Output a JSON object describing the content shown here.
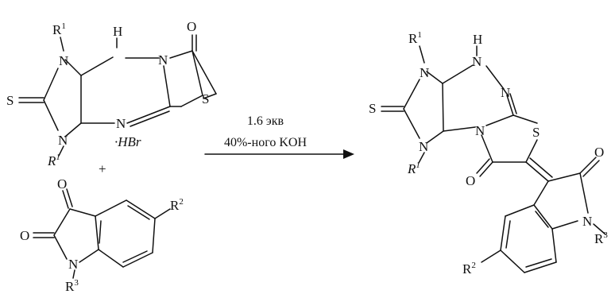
{
  "scheme": {
    "reactant_a": {
      "atoms": {
        "r1_top": "R",
        "r1_top_sup": "1",
        "n1": "N",
        "nh": "H",
        "n_mid": "N",
        "o_top": "O",
        "s_thione": "S",
        "n2": "N",
        "n_imine": "N",
        "s_ring": "S",
        "r1_bot": "R",
        "r1_bot_sup": "1"
      },
      "salt": "·HBr"
    },
    "plus": "+",
    "reactant_b": {
      "atoms": {
        "o1": "O",
        "o2": "O",
        "r2": "R",
        "r2_sup": "2",
        "n": "N",
        "r3": "R",
        "r3_sup": "3"
      }
    },
    "conditions": {
      "line1": "1.6 экв",
      "line2": "40%-ного KOH"
    },
    "product": {
      "atoms": {
        "r1_top": "R",
        "r1_top_sup": "1",
        "n1": "N",
        "h": "H",
        "nh_n": "N",
        "n_eq": "N",
        "s_thione": "S",
        "n2": "N",
        "n_fused": "N",
        "s_ring": "S",
        "r1_bot": "R",
        "r1_bot_sup": "1",
        "o_ring": "O",
        "o_ox": "O",
        "n_ox": "N",
        "r3": "R",
        "r3_sup": "3",
        "r2": "R",
        "r2_sup": "2"
      }
    }
  }
}
